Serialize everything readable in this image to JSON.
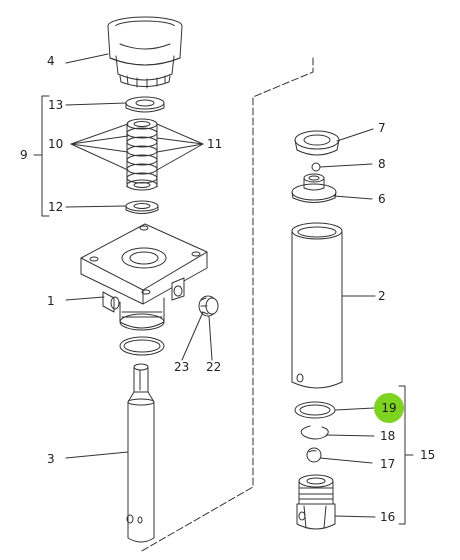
{
  "diagram": {
    "highlight_color": "#7ed321",
    "line_color": "#333333",
    "labels": {
      "p1": "1",
      "p2": "2",
      "p3": "3",
      "p4": "4",
      "p6": "6",
      "p7": "7",
      "p8": "8",
      "p9": "9",
      "p10": "10",
      "p11": "11",
      "p12": "12",
      "p13": "13",
      "p15": "15",
      "p16": "16",
      "p17": "17",
      "p18": "18",
      "p19": "19",
      "p22": "22",
      "p23": "23"
    }
  }
}
